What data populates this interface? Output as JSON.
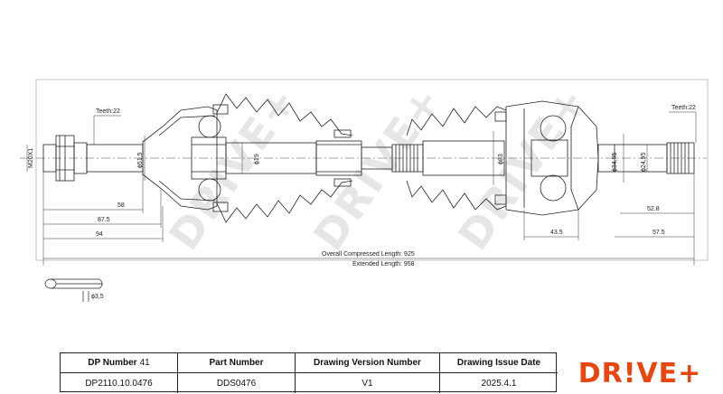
{
  "drawing": {
    "watermark": "DRIVE+",
    "dimensions": {
      "teeth_left": "Teeth:22",
      "teeth_right": "Teeth:22",
      "thread": "M20X1",
      "dia_51_5": "ϕ51,5",
      "dia_19": "ϕ19",
      "dia_83": "ϕ83",
      "dia_34_95": "ϕ34,95",
      "dia_24_95": "ϕ24,95",
      "len_58": "58",
      "len_87_5": "87.5",
      "len_94": "94",
      "len_43_5": "43.5",
      "len_52_8": "52.8",
      "len_57_5": "57.5",
      "overall_compressed": "Overall  Compressed  Length: 925",
      "extended": "Extended  Length: 958",
      "pin_dia": "ϕ3,5"
    }
  },
  "title_block": {
    "dp_number_label": "DP Number",
    "dp_number_suffix": "41",
    "part_number_label": "Part Number",
    "drawing_version_label": "Drawing Version Number",
    "drawing_issue_date_label": "Drawing Issue Date",
    "dp_number_value": "DP2110.10.0476",
    "part_number_value": "DDS0476",
    "drawing_version_value": "V1",
    "drawing_issue_date_value": "2025.4.1"
  },
  "logo": {
    "text": "DR!VE+",
    "color": "#e8460e"
  },
  "colors": {
    "line": "#222222",
    "watermark": "#e6e6e6"
  }
}
